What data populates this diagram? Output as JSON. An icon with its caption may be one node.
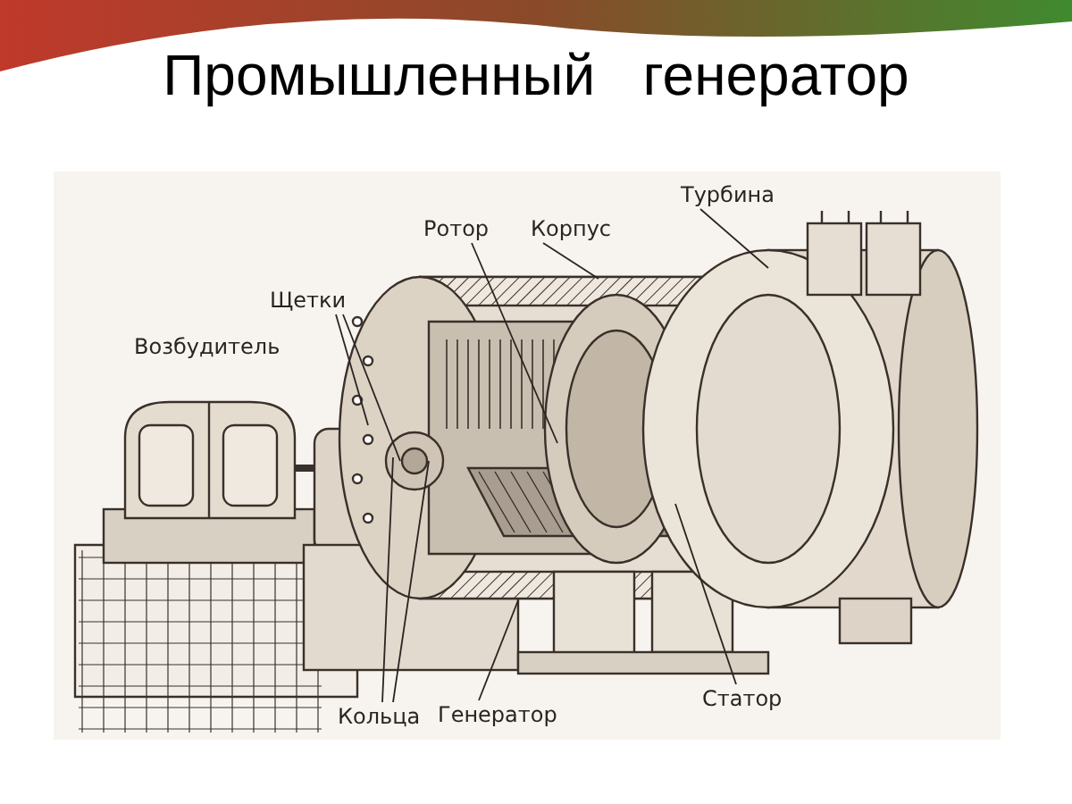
{
  "diagram": {
    "title": "Промышленный   генератор",
    "nodes": [
      {
        "text": [
          "Ротор"
        ]
      },
      {
        "text": [
          "Корпус"
        ]
      },
      {
        "text": [
          "Турбина"
        ]
      },
      {
        "text": [
          "Щетки"
        ]
      },
      {
        "text": [
          "Кольца"
        ]
      },
      {
        "text": [
          "Генератор"
        ]
      },
      {
        "text": [
          "Статор"
        ]
      }
    ],
    "edges": [
      {
        "from": 0,
        "to": null,
        "arrow": "none"
      },
      {
        "from": 1,
        "to": null,
        "arrow": "none"
      },
      {
        "from": 2,
        "to": null,
        "arrow": "none"
      },
      {
        "from": 3,
        "to": null,
        "arrow": "none"
      },
      {
        "from": 3,
        "to": null,
        "arrow": "none"
      },
      {
        "from": 4,
        "to": null,
        "arrow": "none"
      },
      {
        "from": 4,
        "to": null,
        "arrow": "none"
      },
      {
        "from": 5,
        "to": null,
        "arrow": "none"
      },
      {
        "from": 6,
        "to": null,
        "arrow": "none"
      }
    ],
    "labels": [
      "Возбудитель"
    ]
  }
}
